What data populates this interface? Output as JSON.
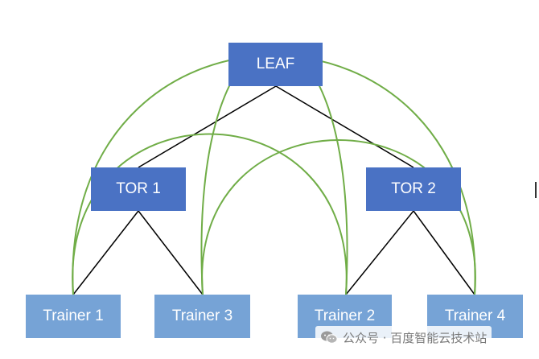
{
  "colors": {
    "leaf_tor": "#4a72c4",
    "trainer": "#76a3d6",
    "tree_line": "#000000",
    "ring_line": "#70ad47"
  },
  "nodes": {
    "leaf": "LEAF",
    "tor1": "TOR 1",
    "tor2": "TOR 2",
    "trainer1": "Trainer 1",
    "trainer2": "Trainer 2",
    "trainer3": "Trainer 3",
    "trainer4": "Trainer 4"
  },
  "watermark": {
    "icon": "wechat-icon",
    "text": "公众号 · 百度智能云技术站"
  }
}
